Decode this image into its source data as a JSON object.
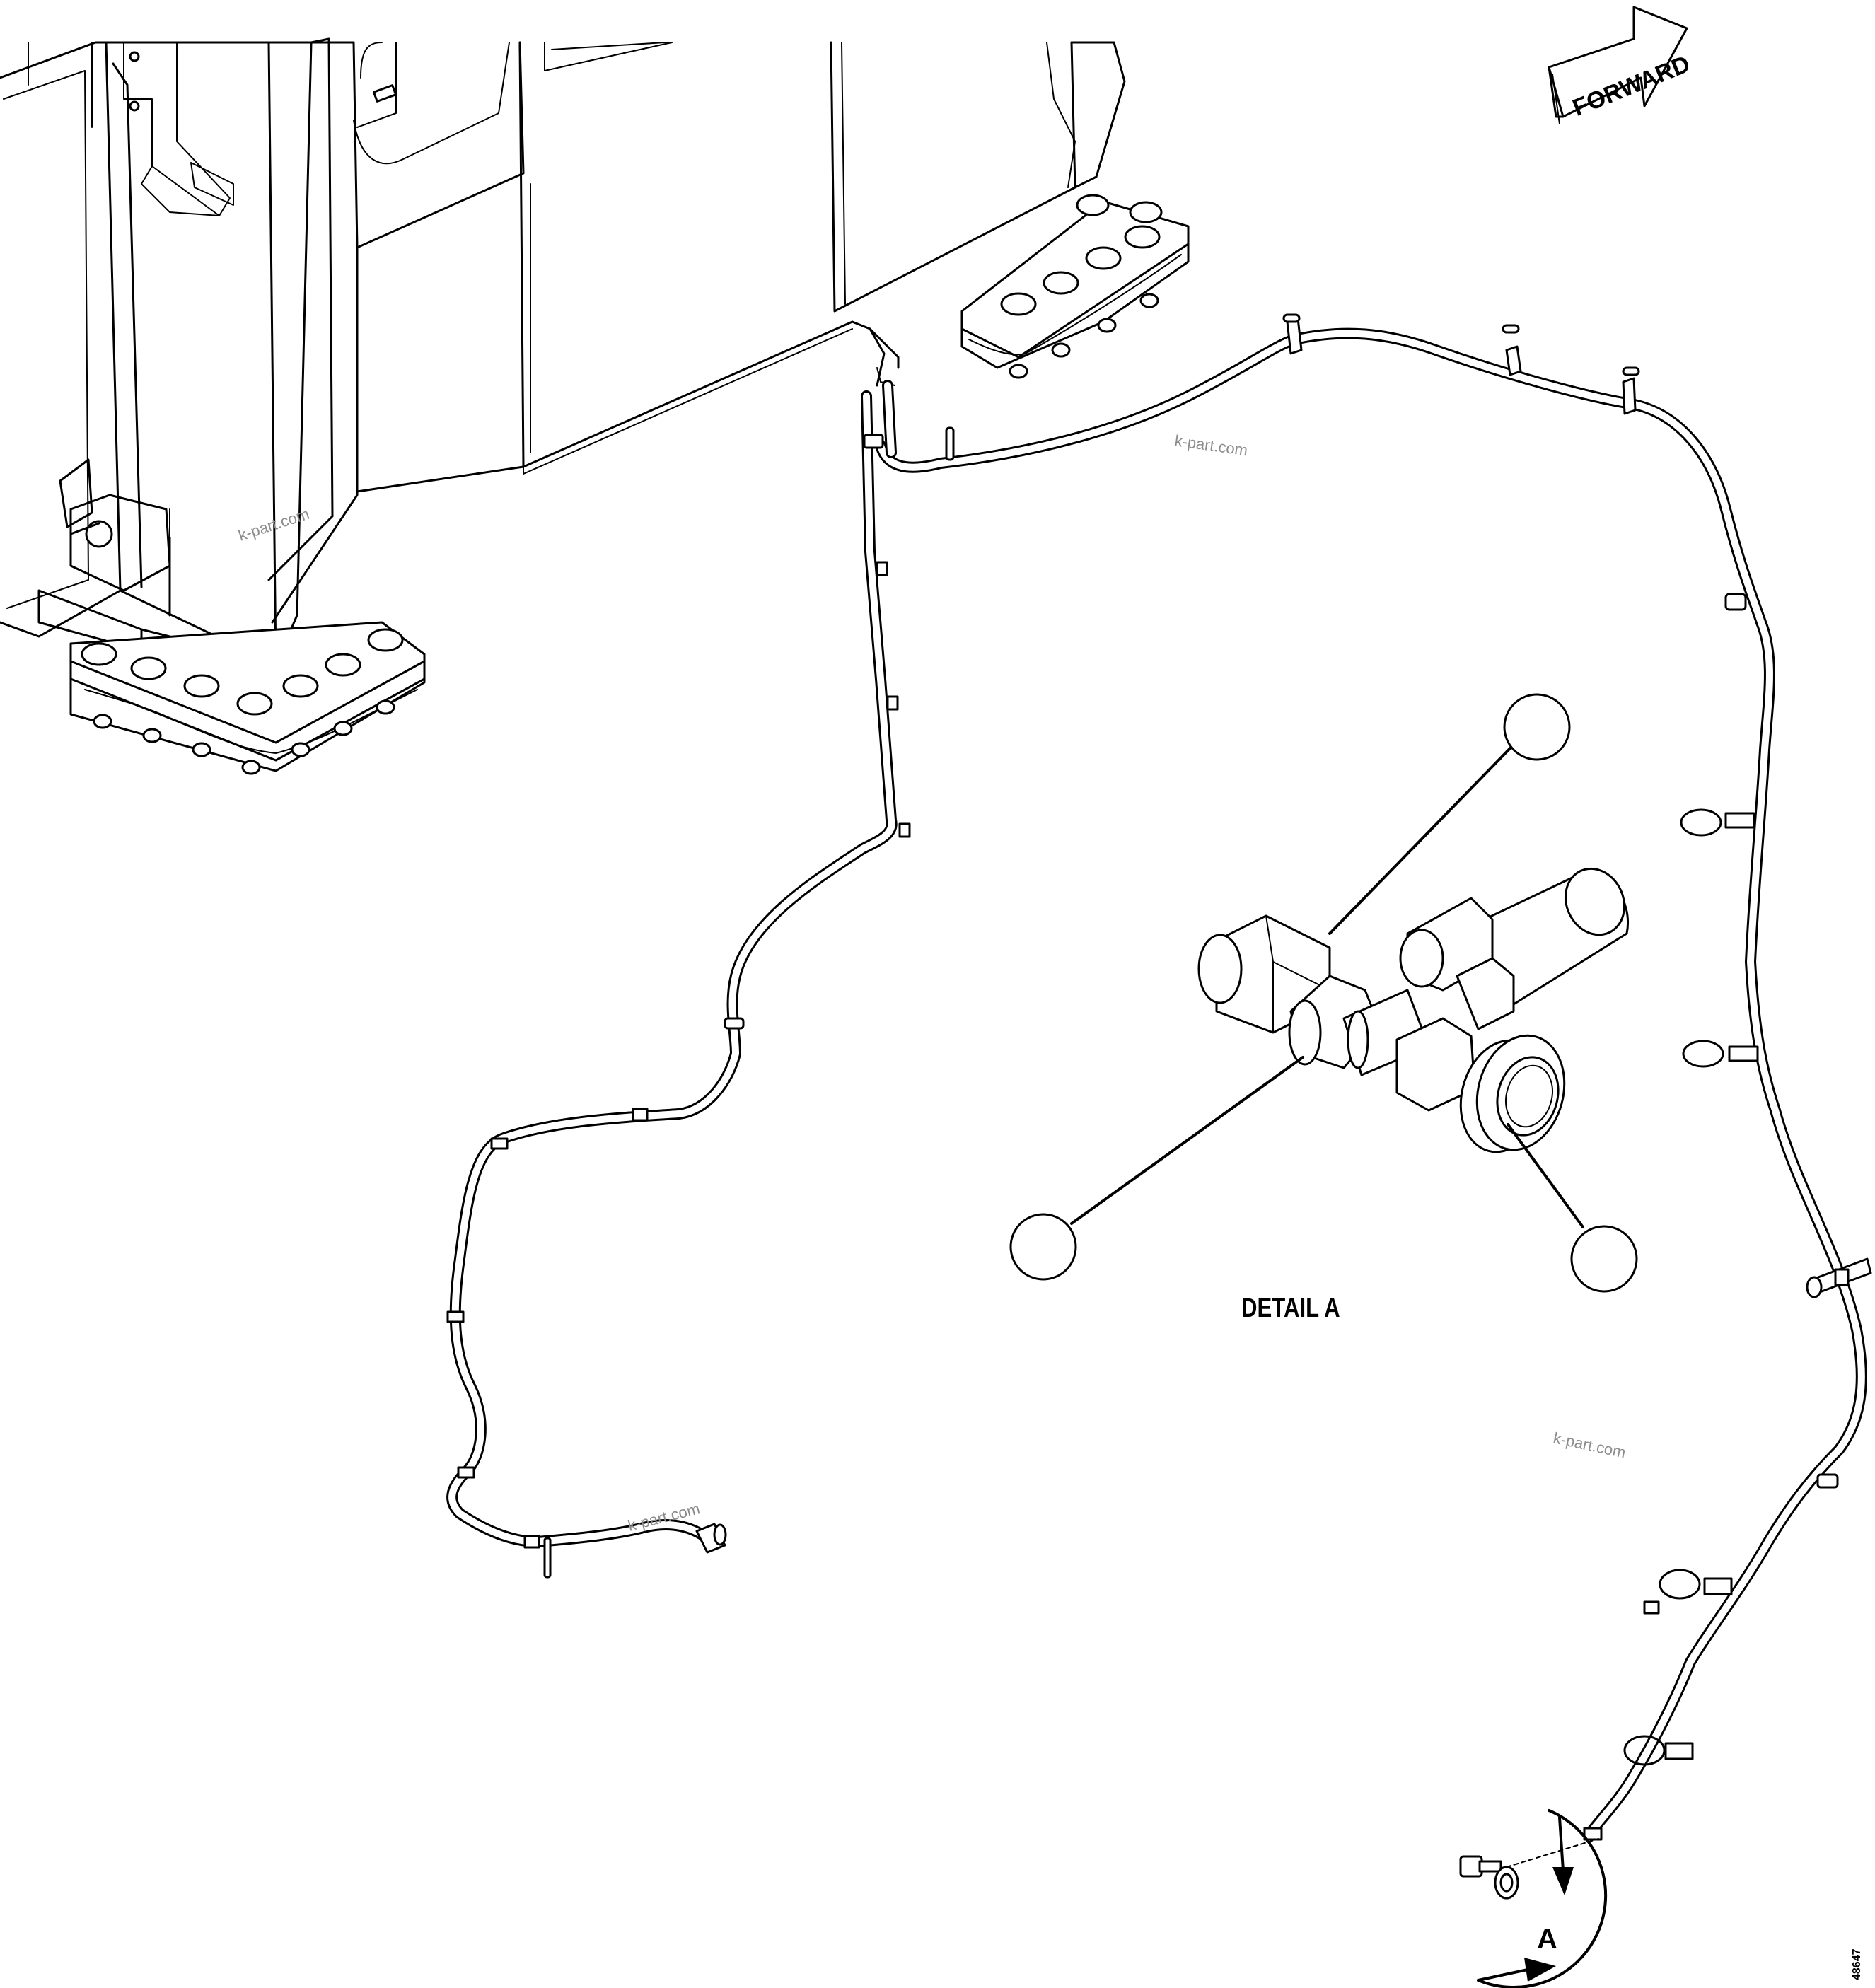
{
  "forward_sign": {
    "label": "FORWARD"
  },
  "detail": {
    "title": "DETAIL A",
    "view_letter": "A"
  },
  "callouts": [
    {
      "id": "callout-top",
      "text": ""
    },
    {
      "id": "callout-left",
      "text": ""
    },
    {
      "id": "callout-right",
      "text": ""
    }
  ],
  "watermark": {
    "text": "k-part.com"
  },
  "drawing_number": {
    "text": "48647"
  }
}
